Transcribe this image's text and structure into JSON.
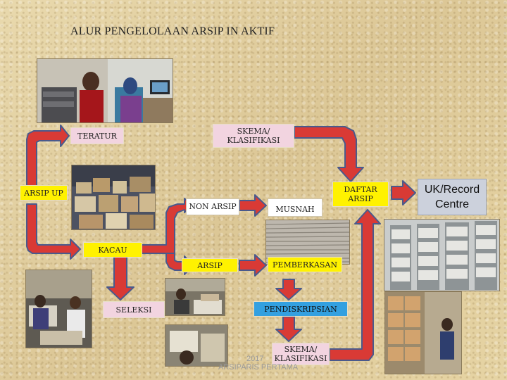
{
  "title": "ALUR  PENGELOLAAN ARSIP IN AKTIF",
  "nodes": {
    "teratur": "TERATUR",
    "skema_klasifikasi_top": "SKEMA/ KLASIFIKASI",
    "arsip_up": "ARSIP UP",
    "daftar_arsip": "DAFTAR ARSIP",
    "uk_record_centre": "UK/Record Centre",
    "non_arsip": "NON ARSIP",
    "musnah": "MUSNAH",
    "kacau": "KACAU",
    "arsip": "ARSIP",
    "pemberkasan": "PEMBERKASAN",
    "seleksi": "SELEKSI",
    "pendiskripsian": "PENDISKRIPSIAN",
    "skema_klasifikasi_bottom": "SKEMA/ KLASIFIKASI"
  },
  "footer": {
    "year": "2017",
    "author": "ARSIPARIS PERTAMA"
  },
  "colors": {
    "arrow_fill": "#d93a35",
    "arrow_stroke": "#4a5a8c",
    "pink_box": "#f2d4e0",
    "yellow_box": "#fff200",
    "blue_box": "#33a0e0"
  }
}
